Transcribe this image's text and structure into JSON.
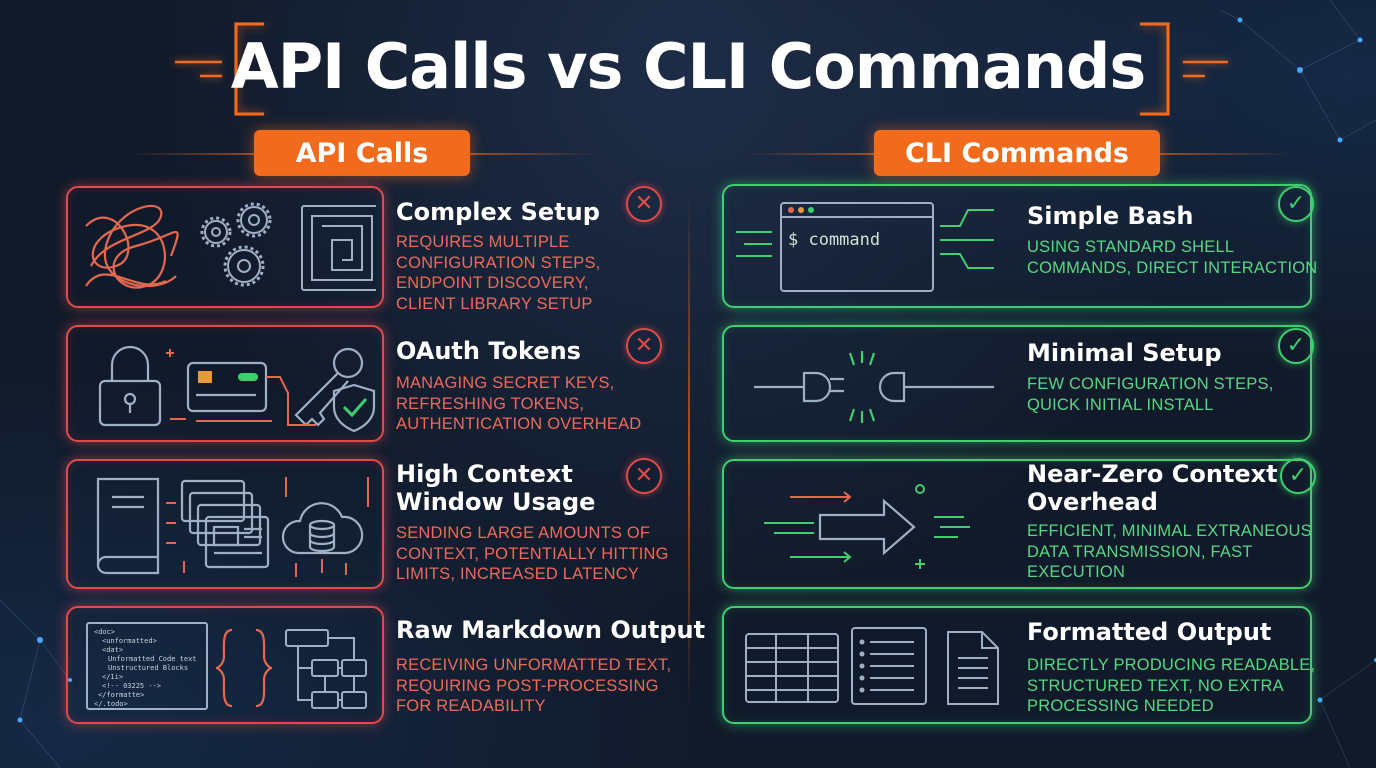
{
  "title": "API Calls vs CLI Commands",
  "colors": {
    "background": "#111a2a",
    "accent_orange": "#f26a1b",
    "api_red": "#e24a4a",
    "cli_green": "#3fcf6e"
  },
  "left": {
    "header": "API Calls",
    "cards": [
      {
        "title": "Complex Setup",
        "desc": [
          "REQUIRES MULTIPLE",
          "CONFIGURATION STEPS,",
          "ENDPOINT DISCOVERY,",
          "CLIENT LIBRARY SETUP"
        ],
        "status_icon": "x-circle-icon"
      },
      {
        "title": "OAuth Tokens",
        "desc": [
          "MANAGING SECRET KEYS,",
          "REFRESHING TOKENS,",
          "AUTHENTICATION OVERHEAD"
        ],
        "status_icon": "x-circle-icon"
      },
      {
        "title": [
          "High Context",
          "Window Usage"
        ],
        "desc": [
          "SENDING LARGE AMOUNTS OF",
          "CONTEXT, POTENTIALLY HITTING",
          "LIMITS, INCREASED LATENCY"
        ],
        "status_icon": "x-circle-icon"
      },
      {
        "title": "Raw Markdown Output",
        "desc": [
          "RECEIVING UNFORMATTED TEXT,",
          "REQUIRING POST-PROCESSING",
          "FOR READABILITY"
        ],
        "status_icon": "none"
      }
    ]
  },
  "right": {
    "header": "CLI Commands",
    "cards": [
      {
        "title": "Simple Bash",
        "desc": [
          "USING STANDARD SHELL",
          "COMMANDS, DIRECT INTERACTION"
        ],
        "status_icon": "check-circle-icon",
        "terminal_text": "$ command"
      },
      {
        "title": "Minimal Setup",
        "desc": [
          "FEW CONFIGURATION STEPS,",
          "QUICK INITIAL INSTALL"
        ],
        "status_icon": "check-circle-icon"
      },
      {
        "title": [
          "Near-Zero Context",
          "Overhead"
        ],
        "desc": [
          "EFFICIENT, MINIMAL EXTRANEOUS",
          "DATA TRANSMISSION, FAST",
          "EXECUTION"
        ],
        "status_icon": "check-circle-icon"
      },
      {
        "title": "Formatted Output",
        "desc": [
          "DIRECTLY PRODUCING READABLE,",
          "STRUCTURED TEXT, NO EXTRA",
          "PROCESSING NEEDED"
        ],
        "status_icon": "none"
      }
    ]
  },
  "markdown_snippet": [
    "<doc>",
    "<unformatted>",
    "<dat>",
    "Unformatted Code text",
    "Unstructured Blocks",
    "</1i>",
    "<!-- 03225 -->",
    "</formatte>",
    "</.todo>"
  ]
}
